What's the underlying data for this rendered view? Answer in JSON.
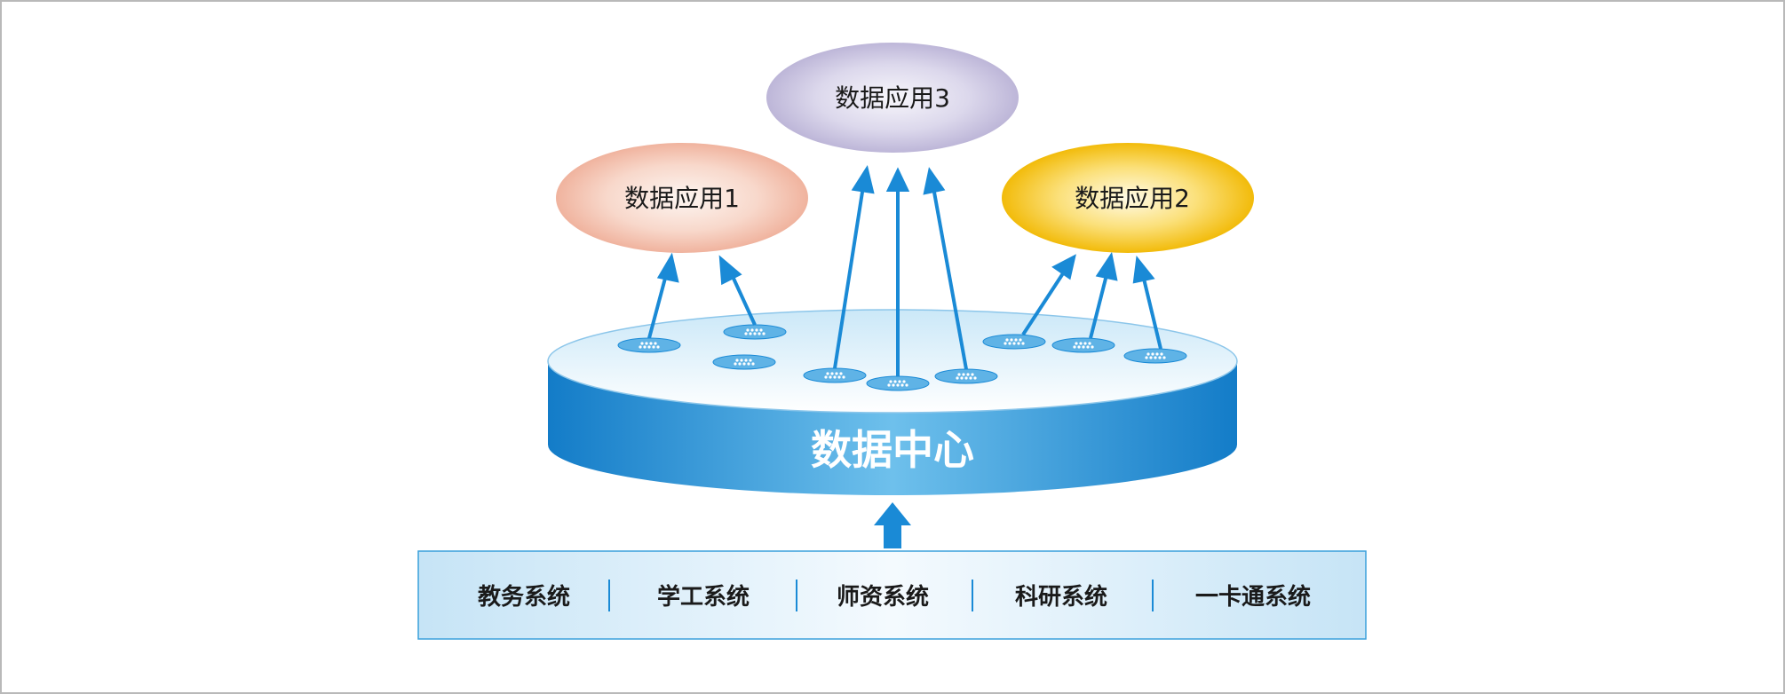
{
  "apps": [
    {
      "label": "数据应用1"
    },
    {
      "label": "数据应用3"
    },
    {
      "label": "数据应用2"
    }
  ],
  "hub": {
    "label": "数据中心"
  },
  "sources": [
    {
      "label": "教务系统"
    },
    {
      "label": "学工系统"
    },
    {
      "label": "师资系统"
    },
    {
      "label": "科研系统"
    },
    {
      "label": "一卡通系统"
    }
  ],
  "colors": {
    "arrow": "#1a8ad6",
    "app1": "#f2b9a6",
    "app2": "#f5c214",
    "app3": "#c2bddb",
    "hub_side": "#1a82cc",
    "hub_top": "#e9f5fc",
    "sources_bg": "#d9ecf8",
    "sources_border": "#3aa0dc"
  },
  "icons": [
    "port-icon",
    "up-arrow-icon"
  ]
}
